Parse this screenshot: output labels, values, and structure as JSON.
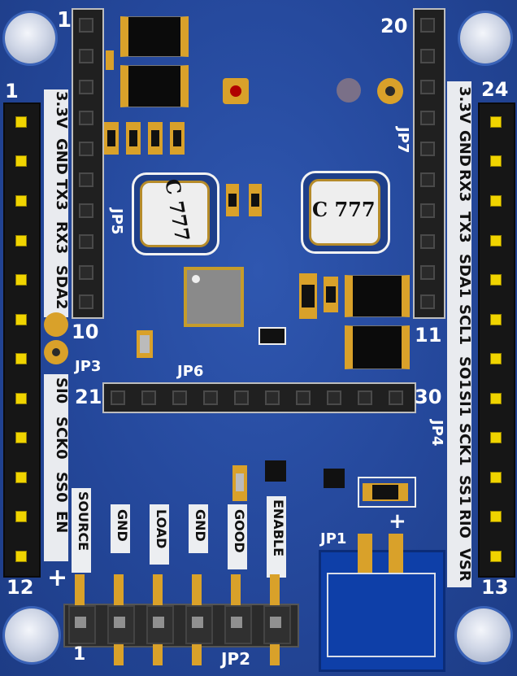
{
  "pin_numbers": {
    "top_left_1": "1",
    "top_right_20": "20",
    "left_1": "1",
    "right_24": "24",
    "mid_10": "10",
    "mid_11": "11",
    "header_21": "21",
    "header_30": "30",
    "bottom_left_12": "12",
    "bottom_right_13": "13",
    "bottom_1": "1"
  },
  "jumper_labels": {
    "jp5": "JP5",
    "jp7": "JP7",
    "jp3": "JP3",
    "jp6": "JP6",
    "jp4": "JP4",
    "jp1": "JP1",
    "jp2": "JP2"
  },
  "left_silk_top": [
    "3.3V",
    "GND",
    "TX3",
    "RX3",
    "SDA2"
  ],
  "left_silk_bottom": [
    "SI0",
    "SCK0",
    "SS0",
    "EN"
  ],
  "right_silk": [
    "3.3V",
    "GND",
    "RX3",
    "TX3",
    "SDA1",
    "SCL1",
    "SO1",
    "SI1",
    "SCK1",
    "SS1",
    "RIO",
    "VSR"
  ],
  "bottom_labels": [
    "SOURCE",
    "GND",
    "LOAD",
    "GND",
    "GOOD",
    "ENABLE"
  ],
  "crystal_text": {
    "left": "C 777",
    "right": "C 777"
  },
  "plus_left": "+",
  "plus_right": "+",
  "colors": {
    "pcb": "#24479a",
    "silk": "#ffffff",
    "pin_gold": "#f0d400",
    "copper": "#d9a12a",
    "battery": "#0e3fa8"
  }
}
